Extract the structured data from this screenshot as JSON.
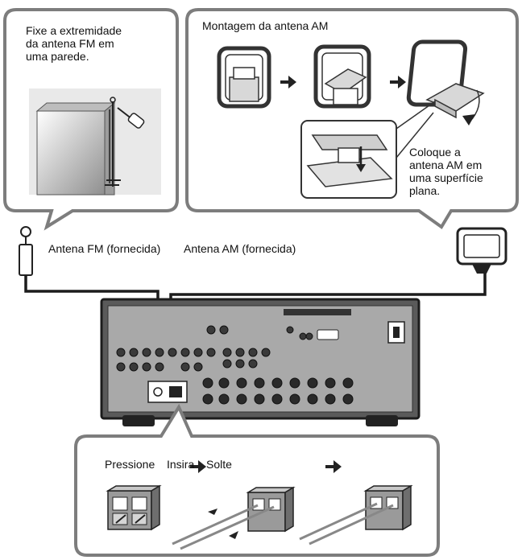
{
  "fm_panel": {
    "instruction": "Fixe a extremidade\nda antena FM em\numa parede."
  },
  "am_panel": {
    "title": "Montagem da antena AM",
    "instruction": "Coloque a\nantena AM em\numa superfície\nplana."
  },
  "antennas": {
    "fm_label": "Antena FM (fornecida)",
    "am_label": "Antena AM (fornecida)"
  },
  "terminal_steps": {
    "step1": "Pressione",
    "step2": "Insira",
    "step3": "Solte"
  },
  "colors": {
    "outline": "#7d7d7d",
    "dark": "#222222",
    "mid": "#9a9a9a",
    "light": "#e6e6e6"
  }
}
